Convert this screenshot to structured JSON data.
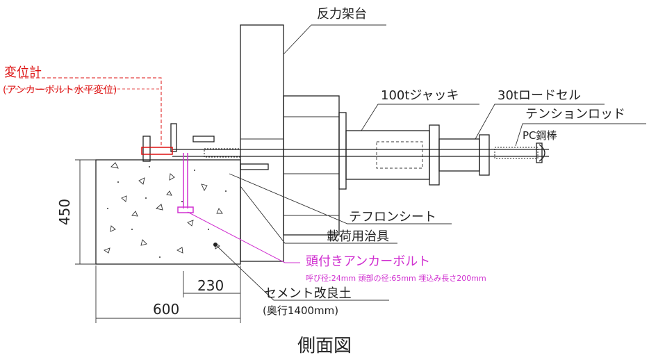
{
  "labels": {
    "reaction_frame": "反力架台",
    "displacement_meter": "変位計",
    "displacement_meter_sub": "(アンカーボルト水平変位)",
    "jack": "100tジャッキ",
    "load_cell": "30tロードセル",
    "tension_rod": "テンションロッド",
    "pc_bar": "PC鋼棒",
    "teflon_sheet": "テフロンシート",
    "loading_jig": "載荷用治具",
    "headed_anchor": "頭付きアンカーボルト",
    "anchor_specs": "呼び径:24mm  頭部の径:65mm  埋込み長さ200mm",
    "cement_soil": "セメント改良土",
    "cement_soil_sub": "(奥行1400mm)",
    "caption": "側面図"
  },
  "dimensions": {
    "height": "450",
    "anchor_offset": "230",
    "width": "600"
  },
  "colors": {
    "line": "#222222",
    "red": "#dd1111",
    "magenta": "#d030d0"
  }
}
